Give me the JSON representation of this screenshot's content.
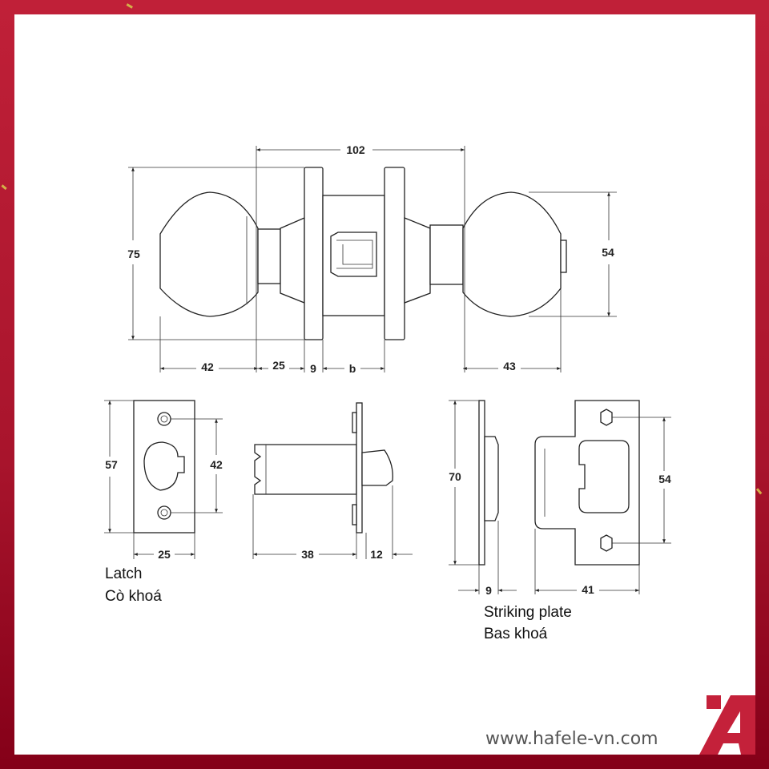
{
  "knob_view": {
    "dims": {
      "overall_width": "102",
      "height": "75",
      "knob_dia": "54",
      "knob_left": "42",
      "neck": "25",
      "rose": "9",
      "door": "b",
      "knob_right": "43"
    }
  },
  "latch": {
    "dims": {
      "height": "57",
      "hole_spacing": "42",
      "width": "25",
      "backset": "38",
      "bolt": "12"
    },
    "label_en": "Latch",
    "label_vi": "Cò khoá"
  },
  "striking_plate": {
    "dims": {
      "height": "70",
      "hole_spacing": "54",
      "depth": "9",
      "width": "41"
    },
    "label_en": "Striking plate",
    "label_vi": "Bas khoá"
  },
  "footer": {
    "website": "www.hafele-vn.com",
    "logo": "Häfele",
    "brand_color": "#c4213a"
  }
}
